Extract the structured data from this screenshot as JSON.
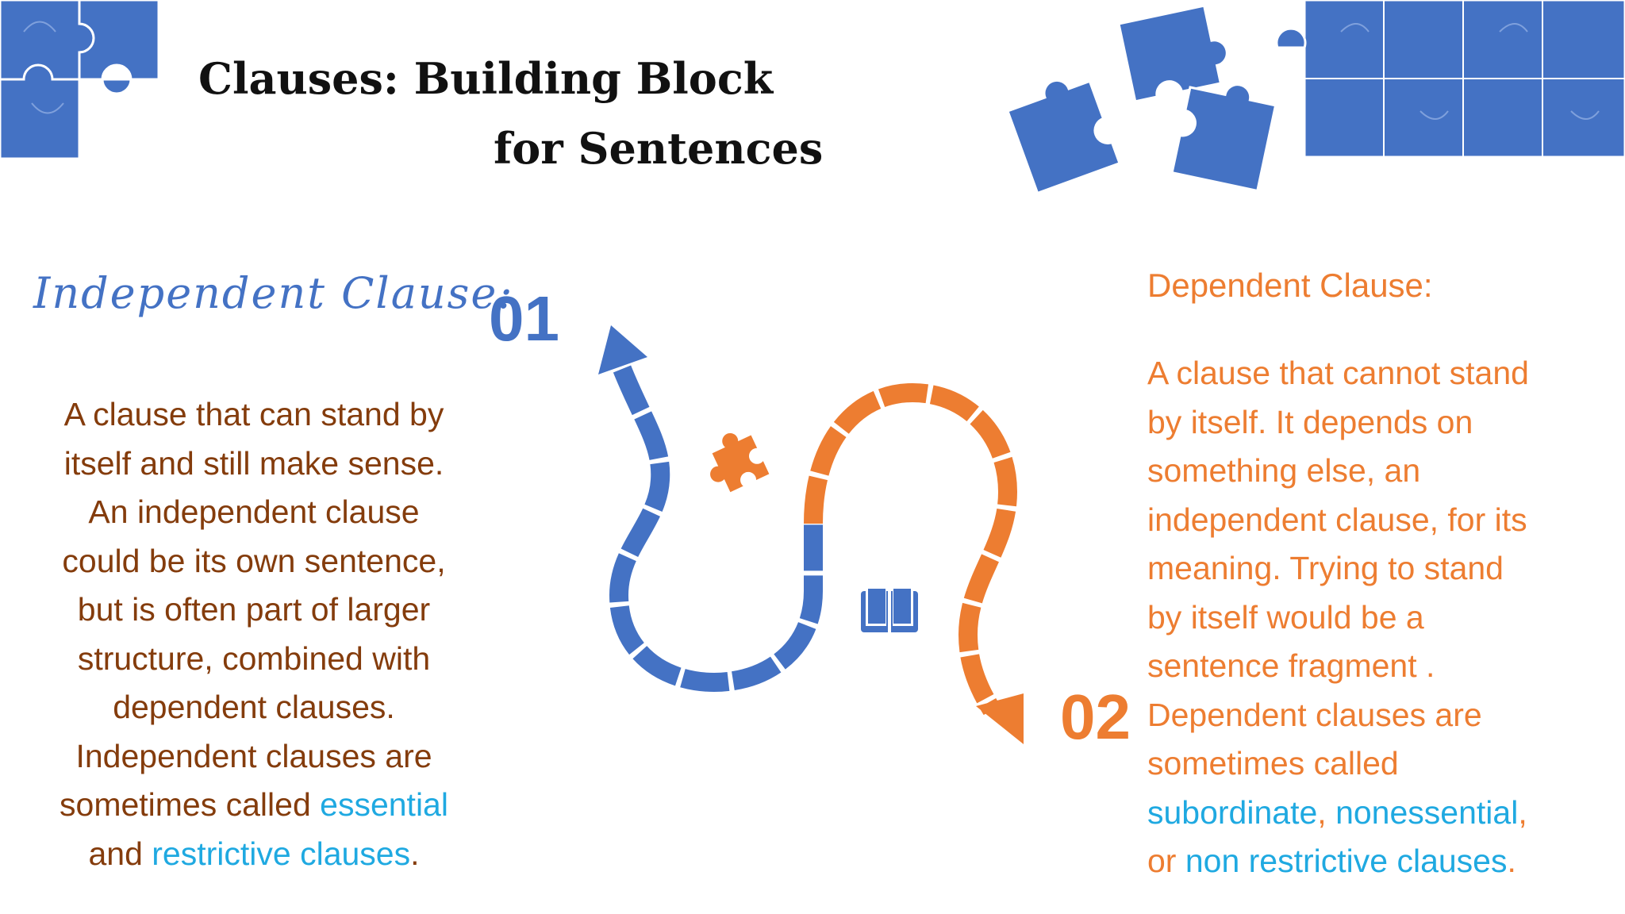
{
  "title": {
    "line1": "Clauses: Building Block",
    "line2": "for Sentences"
  },
  "steps": {
    "one": "01",
    "two": "02"
  },
  "independent": {
    "heading": "Independent  Clause:",
    "lines": [
      "A clause  that can stand by",
      "itself and still make sense.",
      "An independent clause",
      "could be its own sentence,",
      "but is often part of larger",
      "structure, combined with",
      "dependent clauses.",
      "Independent clauses are"
    ],
    "line9_prefix": "sometimes called ",
    "term_essential": "essential",
    "line10_prefix": "and ",
    "term_restrictive": "restrictive clauses",
    "line10_end": "."
  },
  "dependent": {
    "heading": "Dependent Clause:",
    "lines": [
      "A clause that cannot stand",
      "by itself. It depends on",
      "something else, an",
      "independent clause, for its",
      "meaning. Trying to stand",
      "by itself would be a",
      "sentence fragment .",
      "Dependent clauses are",
      "sometimes called"
    ],
    "term_subordinate": "subordinate",
    "sep1": ", ",
    "term_nonessential": "nonessential",
    "sep2": ",",
    "line_or": "or ",
    "term_nonrestrictive": "non restrictive clauses",
    "end": "."
  },
  "colors": {
    "blue": "#4472c4",
    "orange": "#ed7d31",
    "brown": "#843c0c",
    "term_blue": "#1fa9e1"
  },
  "icons": [
    "puzzle-piece-icon",
    "open-book-icon",
    "puzzle-decoration"
  ]
}
